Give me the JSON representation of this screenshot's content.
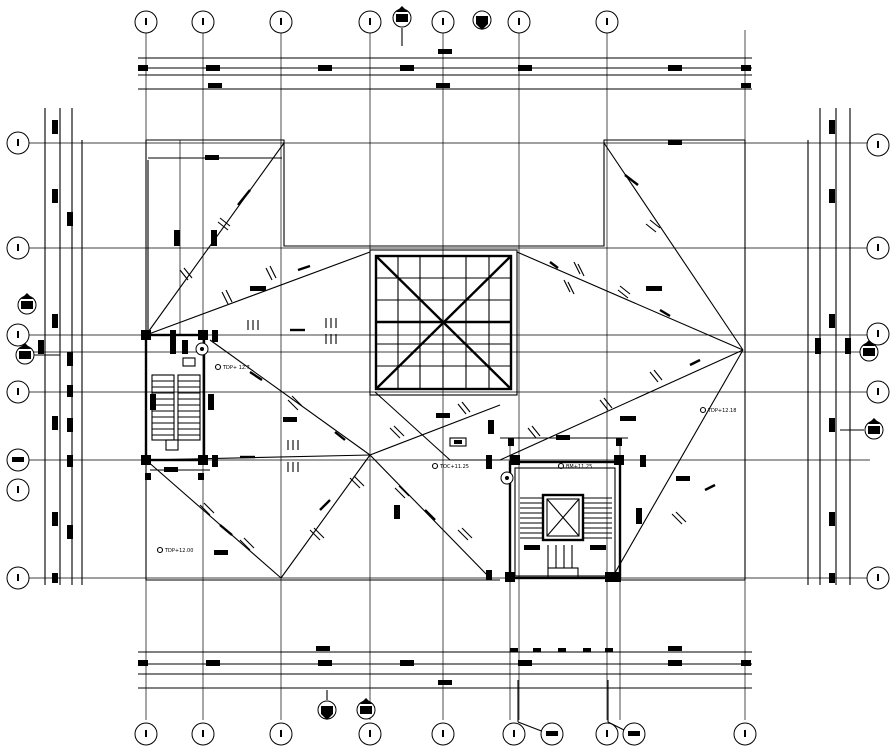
{
  "drawing": {
    "level_labels": [
      {
        "id": "tdp-left-upper",
        "text": "TDP+ 12.7"
      },
      {
        "id": "tdp-right",
        "text": "TDP+12.18"
      },
      {
        "id": "toc-center",
        "text": "TOC+11.25"
      },
      {
        "id": "bm-lift",
        "text": "BM+11.25"
      },
      {
        "id": "tdp-left-lower",
        "text": "TDP+12.00"
      }
    ]
  }
}
